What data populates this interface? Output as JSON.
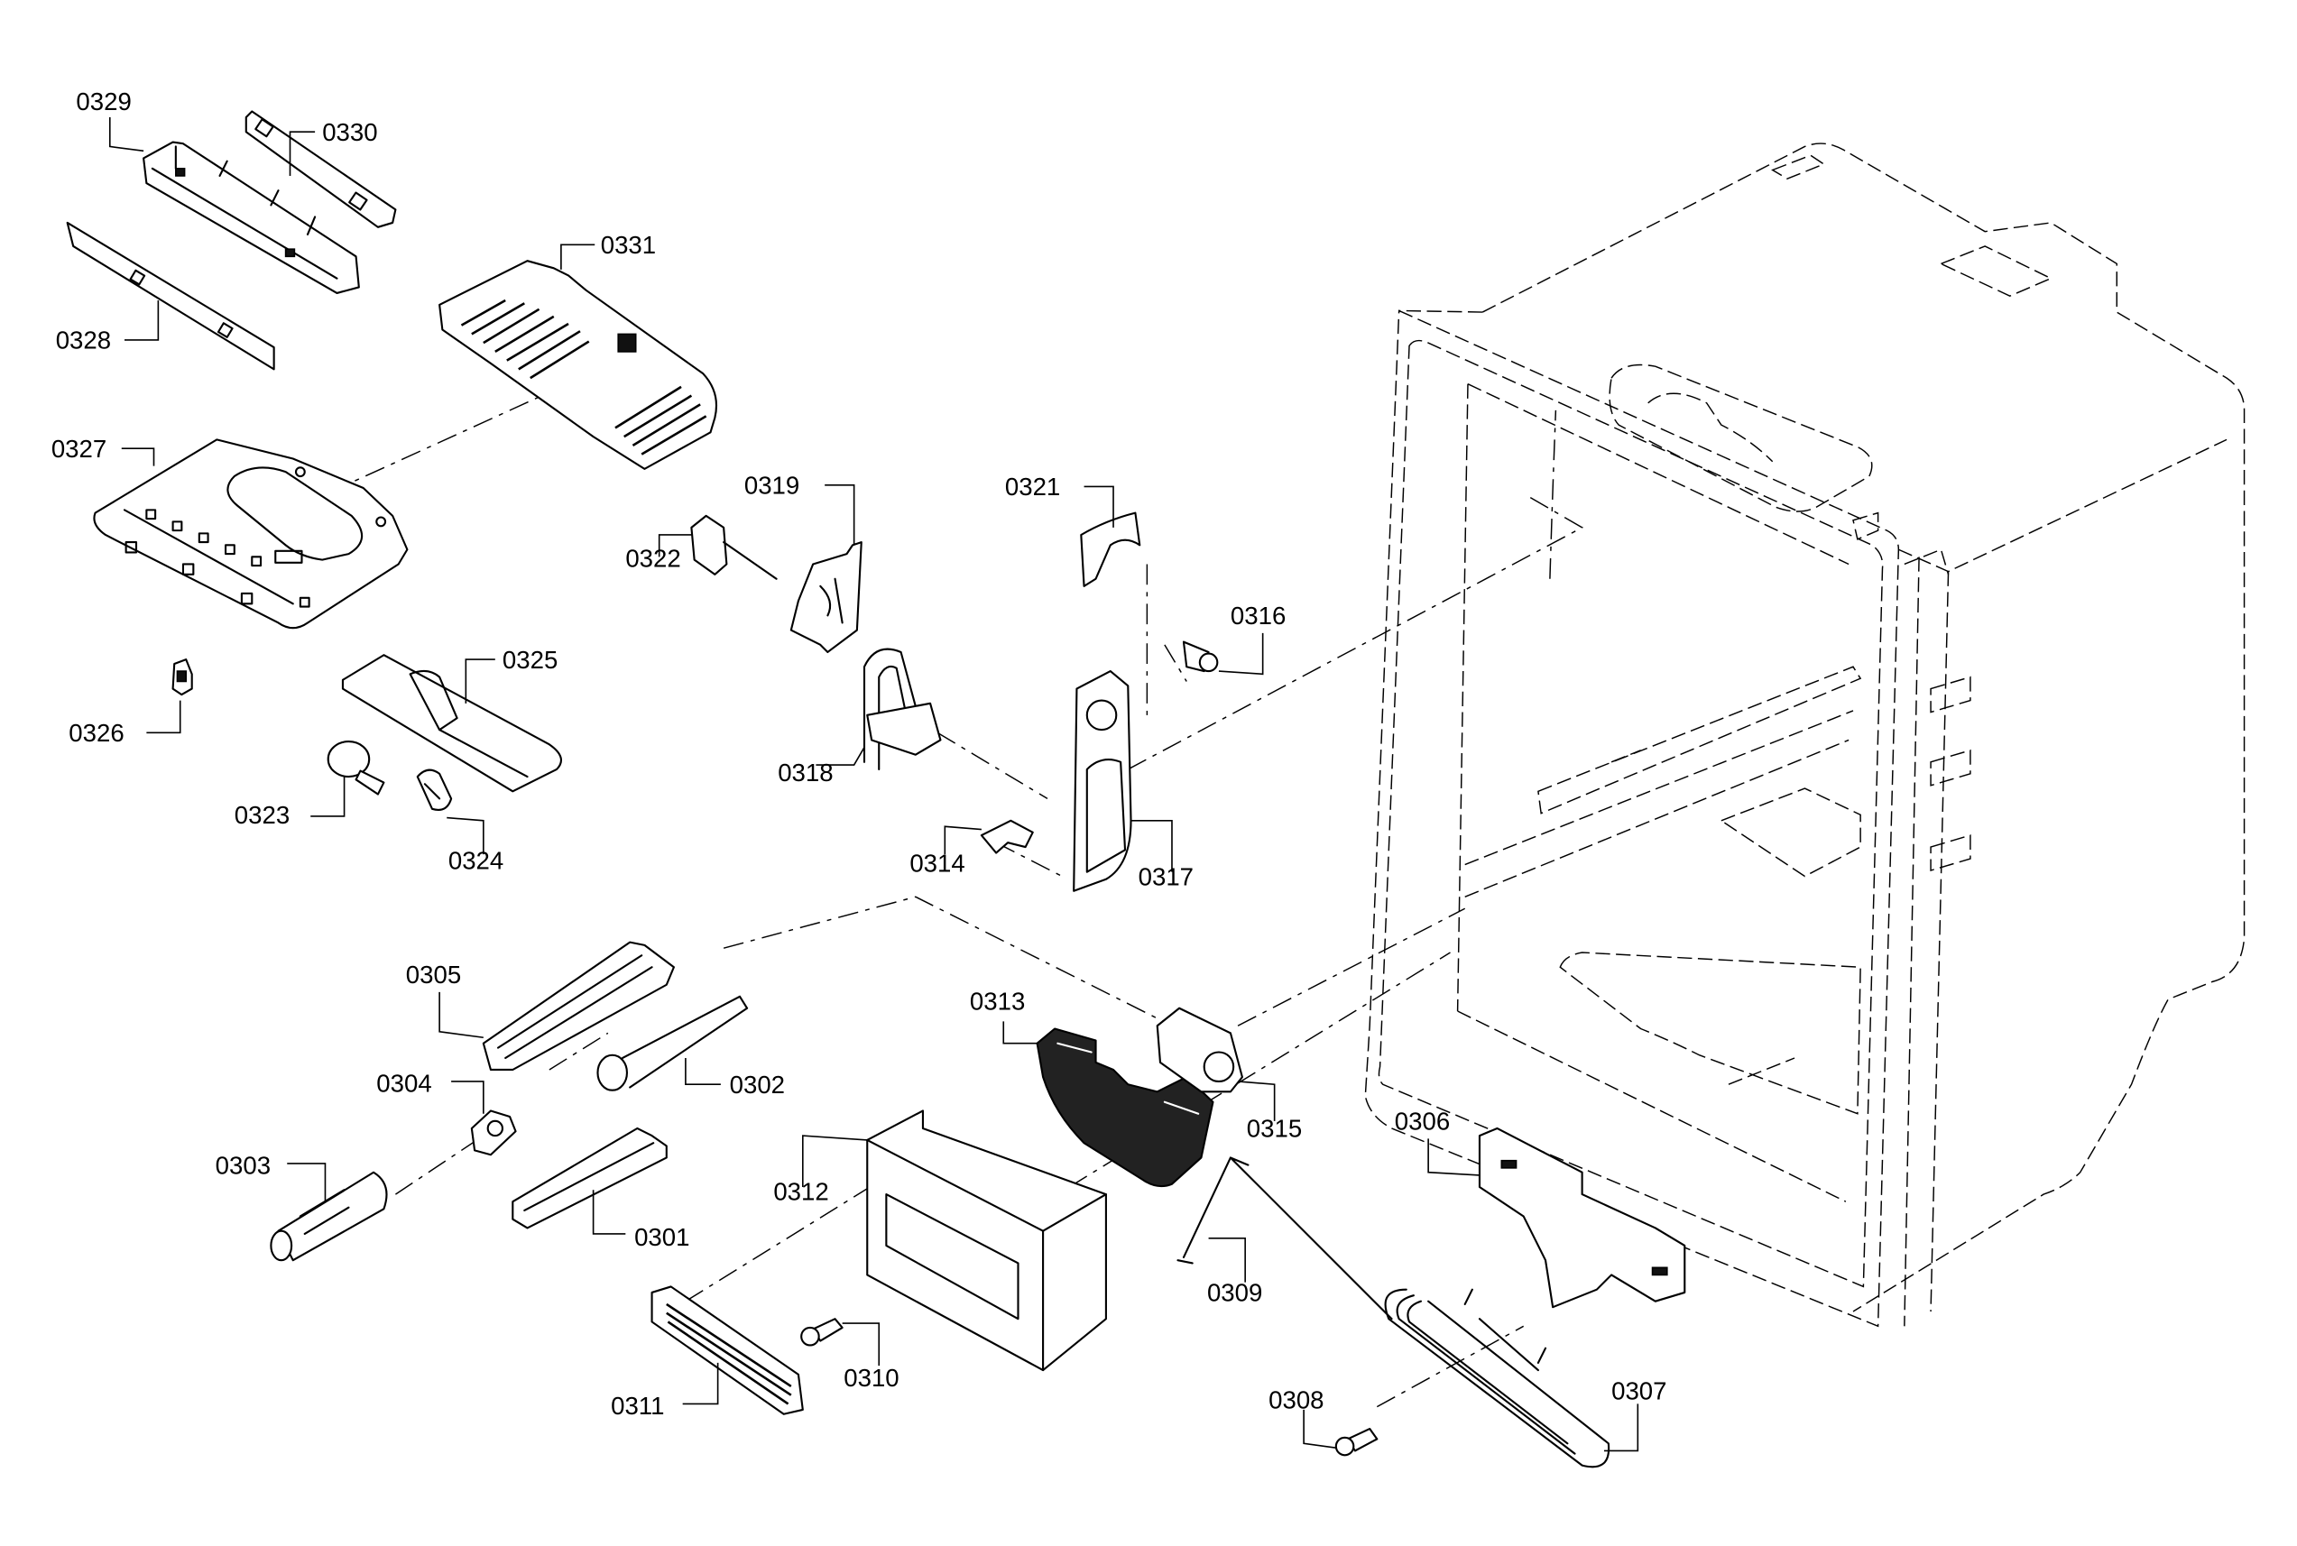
{
  "diagram": {
    "type": "exploded-parts-view",
    "subject": "refrigerator cabinet with water/ice dispenser components",
    "colors": {
      "line": "#000000",
      "background": "#ffffff"
    },
    "parts": [
      {
        "id": "0301",
        "label": "0301"
      },
      {
        "id": "0302",
        "label": "0302"
      },
      {
        "id": "0303",
        "label": "0303"
      },
      {
        "id": "0304",
        "label": "0304"
      },
      {
        "id": "0305",
        "label": "0305"
      },
      {
        "id": "0306",
        "label": "0306"
      },
      {
        "id": "0307",
        "label": "0307"
      },
      {
        "id": "0308",
        "label": "0308"
      },
      {
        "id": "0309",
        "label": "0309"
      },
      {
        "id": "0310",
        "label": "0310"
      },
      {
        "id": "0311",
        "label": "0311"
      },
      {
        "id": "0312",
        "label": "0312"
      },
      {
        "id": "0313",
        "label": "0313"
      },
      {
        "id": "0314",
        "label": "0314"
      },
      {
        "id": "0315",
        "label": "0315"
      },
      {
        "id": "0316",
        "label": "0316"
      },
      {
        "id": "0317",
        "label": "0317"
      },
      {
        "id": "0318",
        "label": "0318"
      },
      {
        "id": "0319",
        "label": "0319"
      },
      {
        "id": "0321",
        "label": "0321"
      },
      {
        "id": "0322",
        "label": "0322"
      },
      {
        "id": "0323",
        "label": "0323"
      },
      {
        "id": "0324",
        "label": "0324"
      },
      {
        "id": "0325",
        "label": "0325"
      },
      {
        "id": "0326",
        "label": "0326"
      },
      {
        "id": "0327",
        "label": "0327"
      },
      {
        "id": "0328",
        "label": "0328"
      },
      {
        "id": "0329",
        "label": "0329"
      },
      {
        "id": "0330",
        "label": "0330"
      },
      {
        "id": "0331",
        "label": "0331"
      }
    ]
  }
}
